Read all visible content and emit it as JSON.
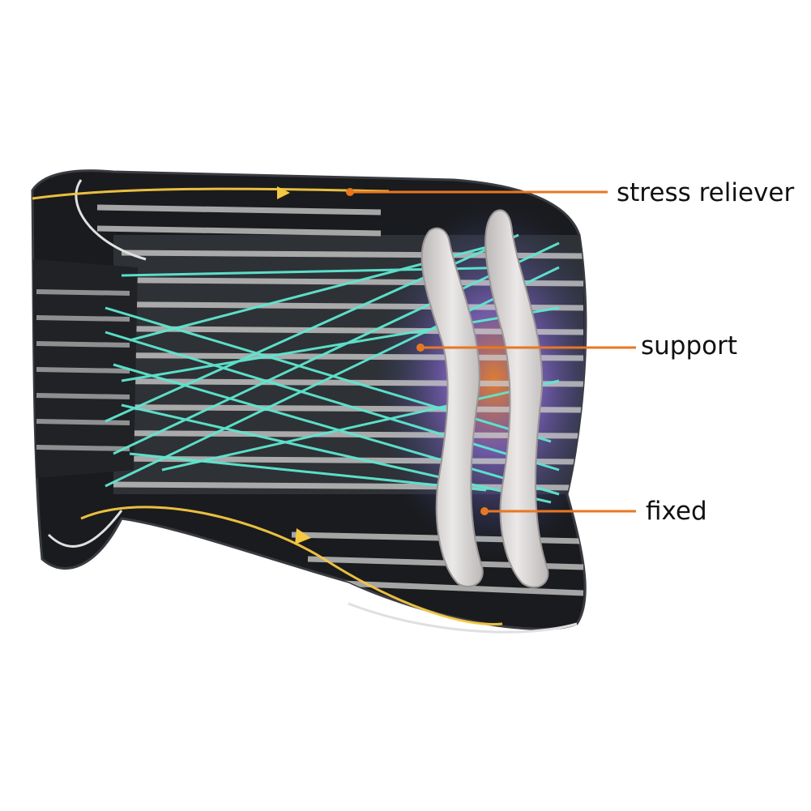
{
  "callouts": {
    "stress_reliever": "stress reliever",
    "support": "support",
    "fixed": "fixed"
  },
  "colors": {
    "belt": "#1a1b1e",
    "mesh_stripe": "#c9c9c9",
    "cross_lines": "#5ee8d0",
    "flow_lines": "#f5c842",
    "stays": "#d6d2d2",
    "callout_line": "#e87722"
  },
  "icons": [
    "arrow-right-icon",
    "arrow-right-icon"
  ]
}
